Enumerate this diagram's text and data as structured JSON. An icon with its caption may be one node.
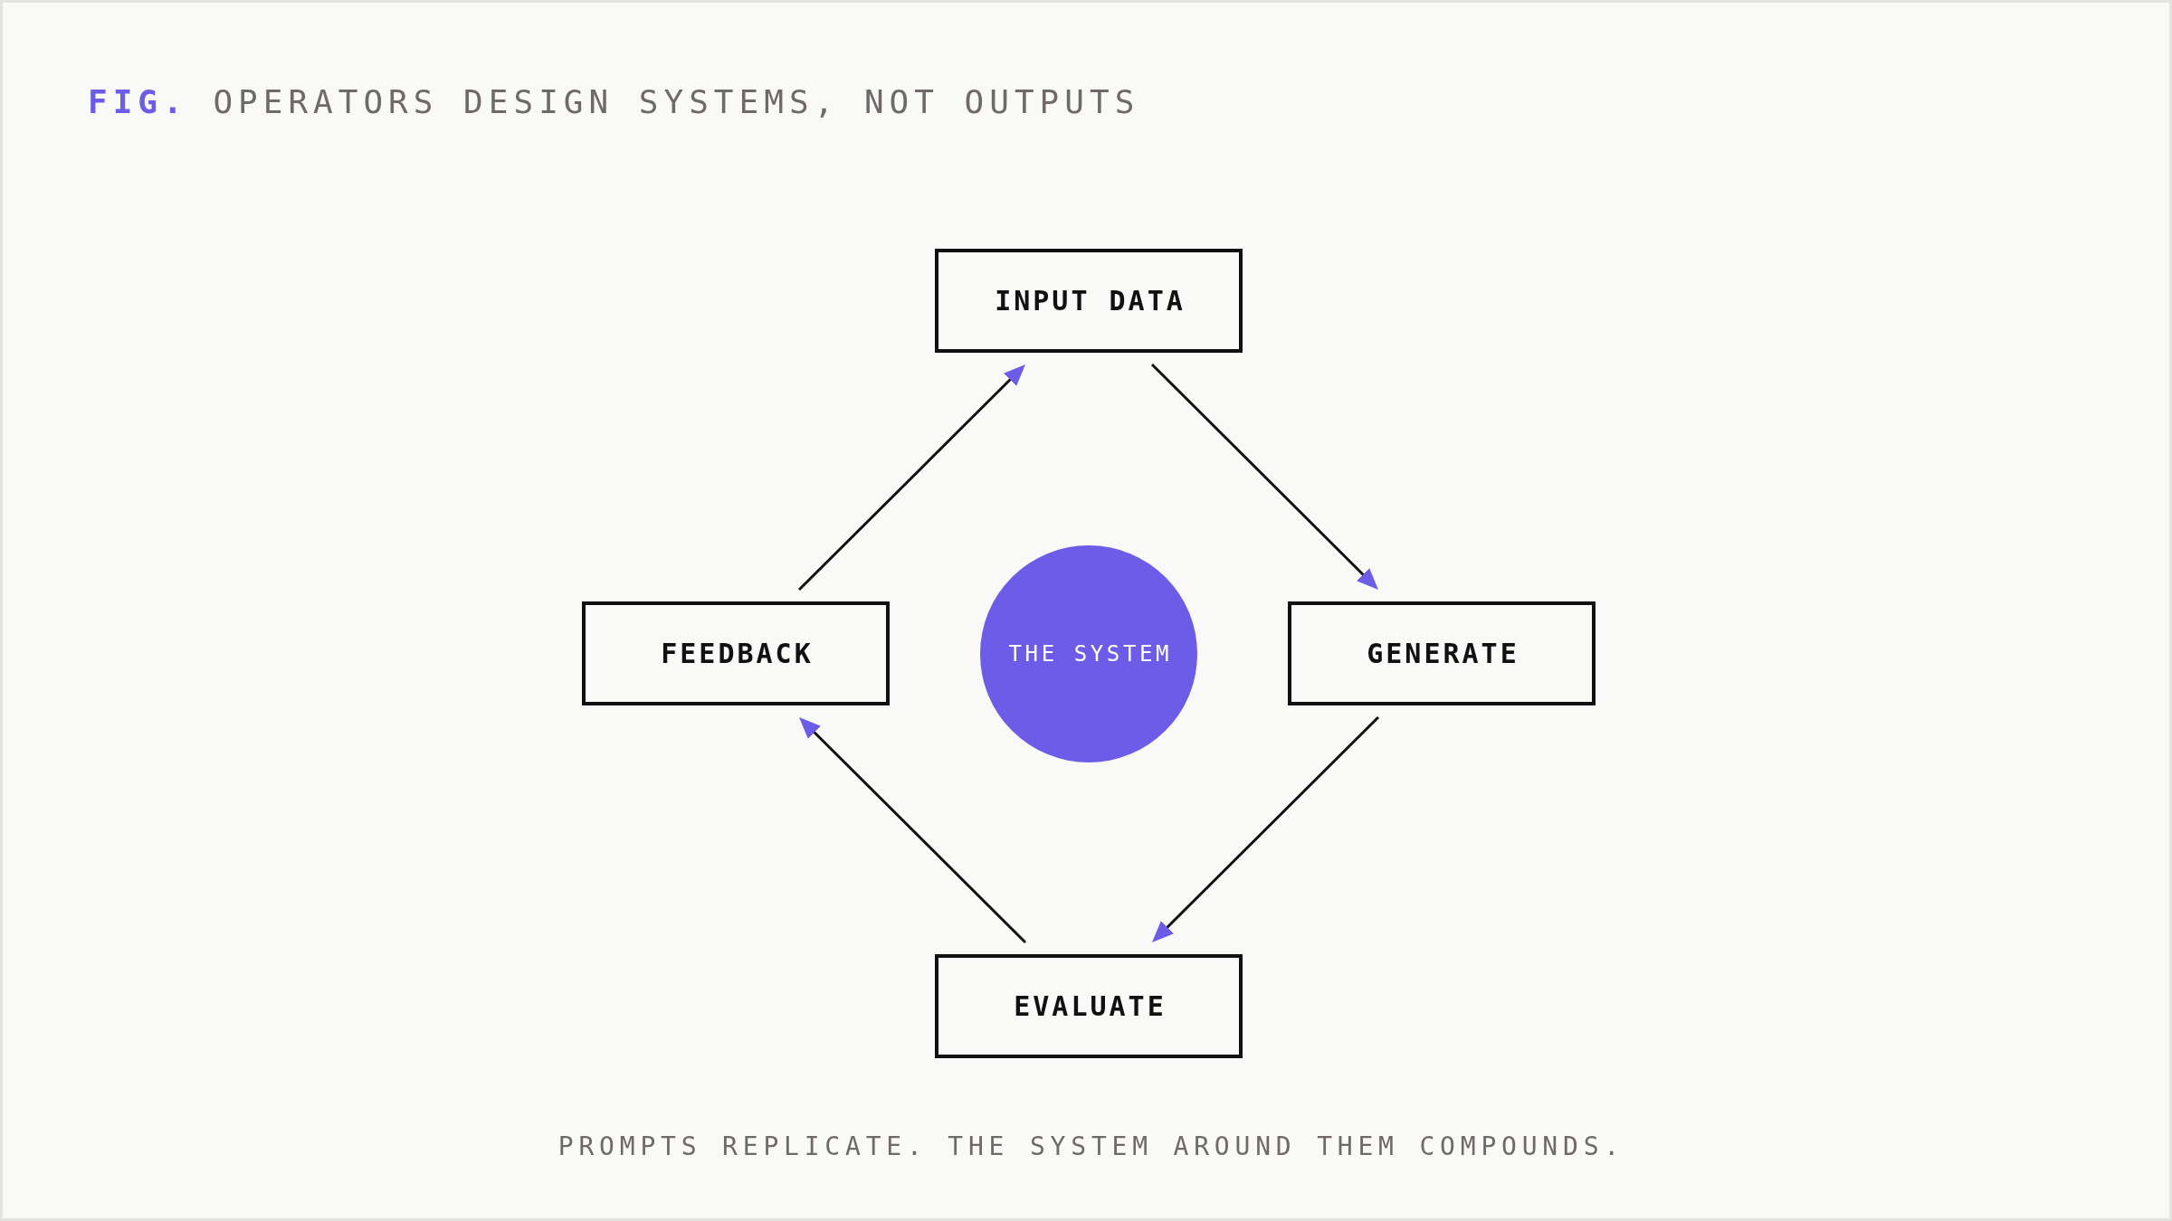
{
  "diagram": {
    "title": "**FIG.** OPERATORS DESIGN SYSTEMS, NOT OUTPUTS",
    "caption": "PROMPTS REPLICATE. THE SYSTEM AROUND THEM COMPOUNDS.",
    "nodes": [
      {
        "text": [
          "INPUT DATA"
        ]
      },
      {
        "text": [
          "FEEDBACK"
        ]
      },
      {
        "text": [
          "THE SYSTEM"
        ]
      },
      {
        "text": [
          "GENERATE"
        ]
      },
      {
        "text": [
          "EVALUATE"
        ]
      }
    ],
    "edges": [
      {
        "from": 0,
        "to": 3,
        "arrow": "to"
      },
      {
        "from": 3,
        "to": 4,
        "arrow": "to"
      },
      {
        "from": 4,
        "to": 1,
        "arrow": "to"
      },
      {
        "from": 1,
        "to": 0,
        "arrow": "to"
      }
    ]
  }
}
